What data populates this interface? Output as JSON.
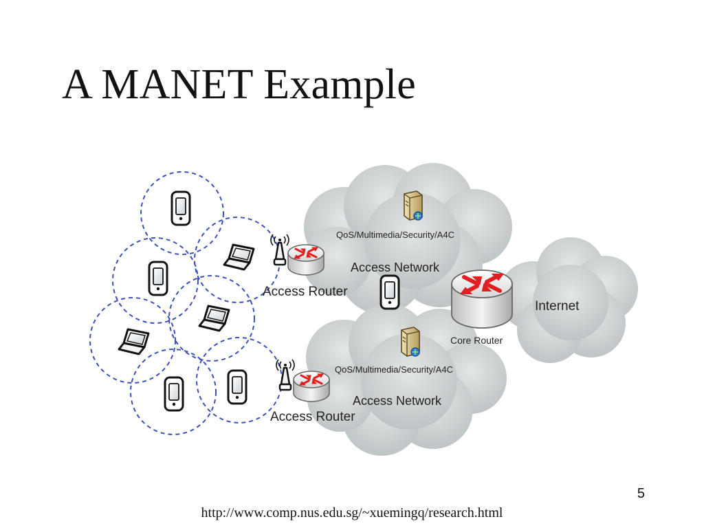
{
  "slide": {
    "title": "A MANET Example",
    "page_number": "5",
    "source_url": "http://www.comp.nus.edu.sg/~xuemingq/research.html"
  },
  "diagram": {
    "labels": {
      "access_router_top": "Access Router",
      "access_router_bottom": "Access Router",
      "qos_top": "QoS/Multimedia/Security/A4C",
      "qos_bottom": "QoS/Multimedia/Security/A4C",
      "access_network_top": "Access Network",
      "access_network_bottom": "Access Network",
      "core_router": "Core Router",
      "internet": "Internet"
    },
    "colors": {
      "coverage_circle": "#3a4fb8",
      "cloud_fill": "#c9cdcf",
      "router_arrow": "#e02020",
      "router_body": "#e8e8e8",
      "device_stroke": "#111111"
    },
    "icons": {
      "device": "mobile-phone-icon",
      "laptop": "laptop-icon",
      "server": "server-icon",
      "antenna": "wireless-antenna-icon",
      "router": "router-icon"
    }
  }
}
